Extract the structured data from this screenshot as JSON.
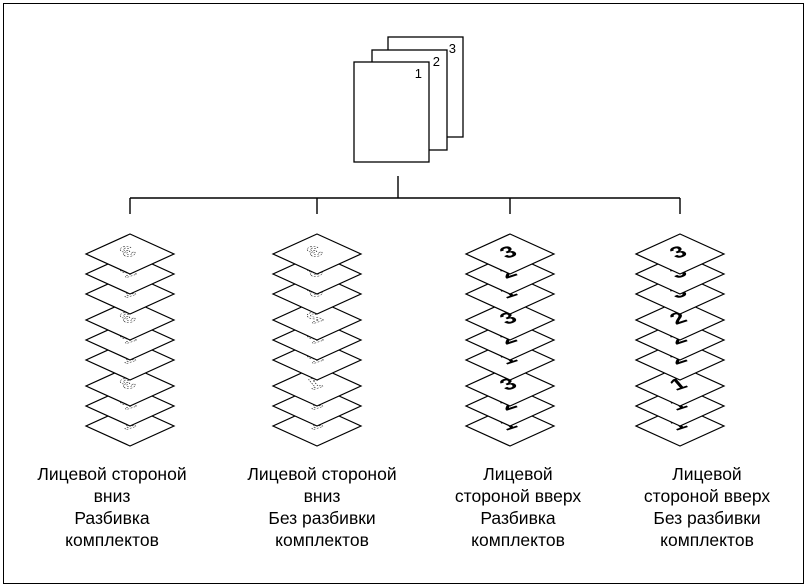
{
  "original": {
    "page_numbers": [
      "1",
      "2",
      "3"
    ]
  },
  "outputs": [
    {
      "lines": [
        "Лицевой стороной",
        "вниз",
        "Разбивка",
        "комплектов"
      ],
      "sheet_faces": "down",
      "stack_sequence": [
        "3",
        "2",
        "1",
        "3",
        "2",
        "1",
        "3",
        "2",
        "1"
      ]
    },
    {
      "lines": [
        "Лицевой стороной",
        "вниз",
        "Без разбивки",
        "комплектов"
      ],
      "sheet_faces": "down",
      "stack_sequence": [
        "3",
        "3",
        "3",
        "2",
        "2",
        "2",
        "1",
        "1",
        "1"
      ]
    },
    {
      "lines": [
        "Лицевой",
        "стороной вверх",
        "Разбивка",
        "комплектов"
      ],
      "sheet_faces": "up",
      "stack_sequence": [
        "3",
        "2",
        "1",
        "3",
        "2",
        "1",
        "3",
        "2",
        "1"
      ]
    },
    {
      "lines": [
        "Лицевой",
        "стороной вверх",
        "Без разбивки",
        "комплектов"
      ],
      "sheet_faces": "up",
      "stack_sequence": [
        "3",
        "3",
        "3",
        "2",
        "2",
        "2",
        "1",
        "1",
        "1"
      ]
    }
  ]
}
